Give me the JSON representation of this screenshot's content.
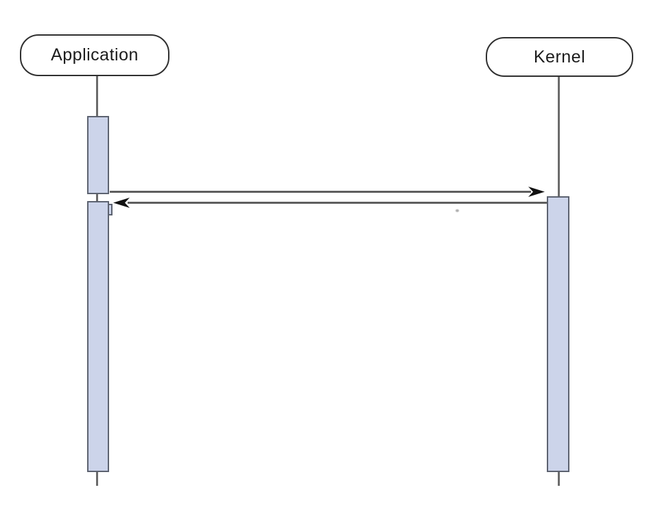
{
  "diagram": {
    "type": "uml-sequence",
    "participants": [
      {
        "id": "application",
        "label": "Application"
      },
      {
        "id": "kernel",
        "label": "Kernel"
      }
    ],
    "activations": [
      {
        "participant": "application",
        "note": "initial activation on Application lifeline"
      },
      {
        "participant": "application",
        "note": "second activation on Application lifeline after return"
      },
      {
        "participant": "kernel",
        "note": "activation on Kernel lifeline"
      }
    ],
    "messages": [
      {
        "from": "Application",
        "to": "Kernel",
        "label": "",
        "kind": "call",
        "direction": "right"
      },
      {
        "from": "Kernel",
        "to": "Application",
        "label": "",
        "kind": "return",
        "direction": "left"
      }
    ],
    "colors": {
      "background": "#ffffff",
      "activation_fill": "#ccd4ea",
      "activation_border": "#5c6270",
      "lifeline": "#6b6b6b",
      "message_line": "#5e5e5e",
      "arrowhead": "#111111",
      "box_border": "#2f2f2f",
      "text": "#1c1c1c"
    }
  }
}
